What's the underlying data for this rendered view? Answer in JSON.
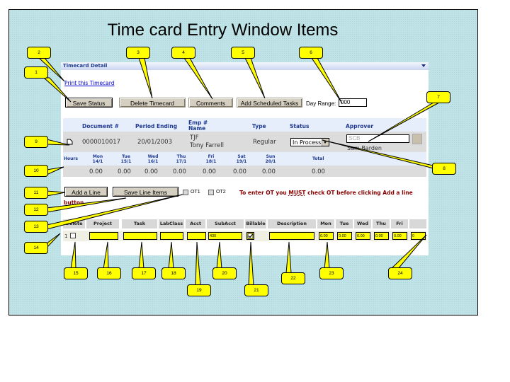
{
  "slide": {
    "title": "Time card Entry Window Items"
  },
  "panel": {
    "header": "Timecard Detail",
    "print_link": "Print this Timecard",
    "buttons": {
      "save_status": "Save Status",
      "delete_timecard": "Delete Timecard",
      "comments": "Comments",
      "add_scheduled_tasks": "Add Scheduled Tasks"
    },
    "day_range": {
      "label": "Day Range:",
      "value": "000"
    },
    "summary": {
      "headers": {
        "document": "Document #",
        "period_ending": "Period Ending",
        "emp": "Emp #",
        "name": "Name",
        "type": "Type",
        "status": "Status",
        "approver": "Approver"
      },
      "values": {
        "document": "0000010017",
        "period_ending": "20/01/2003",
        "emp": "TJF",
        "name": "Tony Farrell",
        "type": "Regular",
        "status": "In Process",
        "approver_code": "SCB",
        "approver_name": "Sam Barden"
      }
    },
    "hours": {
      "label": "Hours",
      "days": [
        {
          "day": "Mon",
          "date": "14/1",
          "value": "0.00"
        },
        {
          "day": "Tue",
          "date": "15/1",
          "value": "0.00"
        },
        {
          "day": "Wed",
          "date": "16/1",
          "value": "0.00"
        },
        {
          "day": "Thu",
          "date": "17/1",
          "value": "0.00"
        },
        {
          "day": "Fri",
          "date": "18/1",
          "value": "0.00"
        },
        {
          "day": "Sat",
          "date": "19/1",
          "value": "0.00"
        },
        {
          "day": "Sun",
          "date": "20/1",
          "value": "0.00"
        }
      ],
      "total_label": "Total",
      "total_value": "0.00"
    },
    "line_buttons": {
      "add_line": "Add a Line",
      "save_line_items": "Save Line Items"
    },
    "ot": {
      "ot1": "OT1",
      "ot2": "OT2"
    },
    "warning": {
      "pre": "To enter OT you ",
      "must": "MUST",
      "post": " check OT before clicking Add a line",
      "wrap": "button"
    },
    "line_table": {
      "columns": [
        "Delete",
        "Project",
        "Task",
        "LabClass",
        "Acct",
        "SubAcct",
        "Billable",
        "Description",
        "Mon",
        "Tue",
        "Wed",
        "Thu",
        "Fri"
      ],
      "row": {
        "number": "1",
        "project": "",
        "task": "",
        "labclass": "",
        "acct": "",
        "subacct": "430",
        "billable": true,
        "description": "",
        "mon": "0.00",
        "tue": "0.00",
        "wed": "0.00",
        "thu": "0.00",
        "fri": "0.00",
        "sat": "0"
      }
    }
  },
  "callouts": [
    "1",
    "2",
    "3",
    "4",
    "5",
    "6",
    "7",
    "8",
    "9",
    "10",
    "11",
    "12",
    "13",
    "14",
    "15",
    "16",
    "17",
    "18",
    "19",
    "20",
    "21",
    "22",
    "23",
    "24"
  ]
}
